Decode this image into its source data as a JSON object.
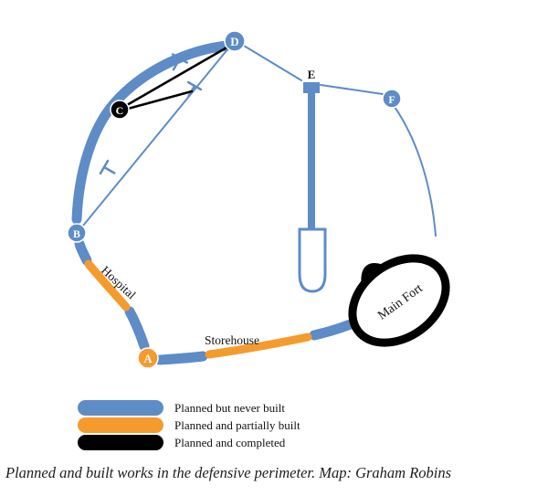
{
  "diagram": {
    "nodes": {
      "a": "A",
      "b": "B",
      "c": "C",
      "d": "D",
      "e": "E",
      "f": "F"
    },
    "labels": {
      "hospital": "Hospital",
      "storehouse": "Storehouse",
      "main_fort": "Main Fort"
    },
    "colors": {
      "planned_never_built": "#5d8cc7",
      "planned_partially_built": "#f59b2e",
      "planned_completed": "#000000",
      "node_text": "#ffffff",
      "label_text": "#111111"
    }
  },
  "legend": {
    "items": [
      {
        "id": "planned-never-built",
        "label": "Planned but never built",
        "color": "#5d8cc7"
      },
      {
        "id": "planned-partially-built",
        "label": "Planned and partially built",
        "color": "#f59b2e"
      },
      {
        "id": "planned-completed",
        "label": "Planned and completed",
        "color": "#000000"
      }
    ]
  },
  "caption": "Planned and built works in the defensive perimeter. Map: Graham Robins"
}
